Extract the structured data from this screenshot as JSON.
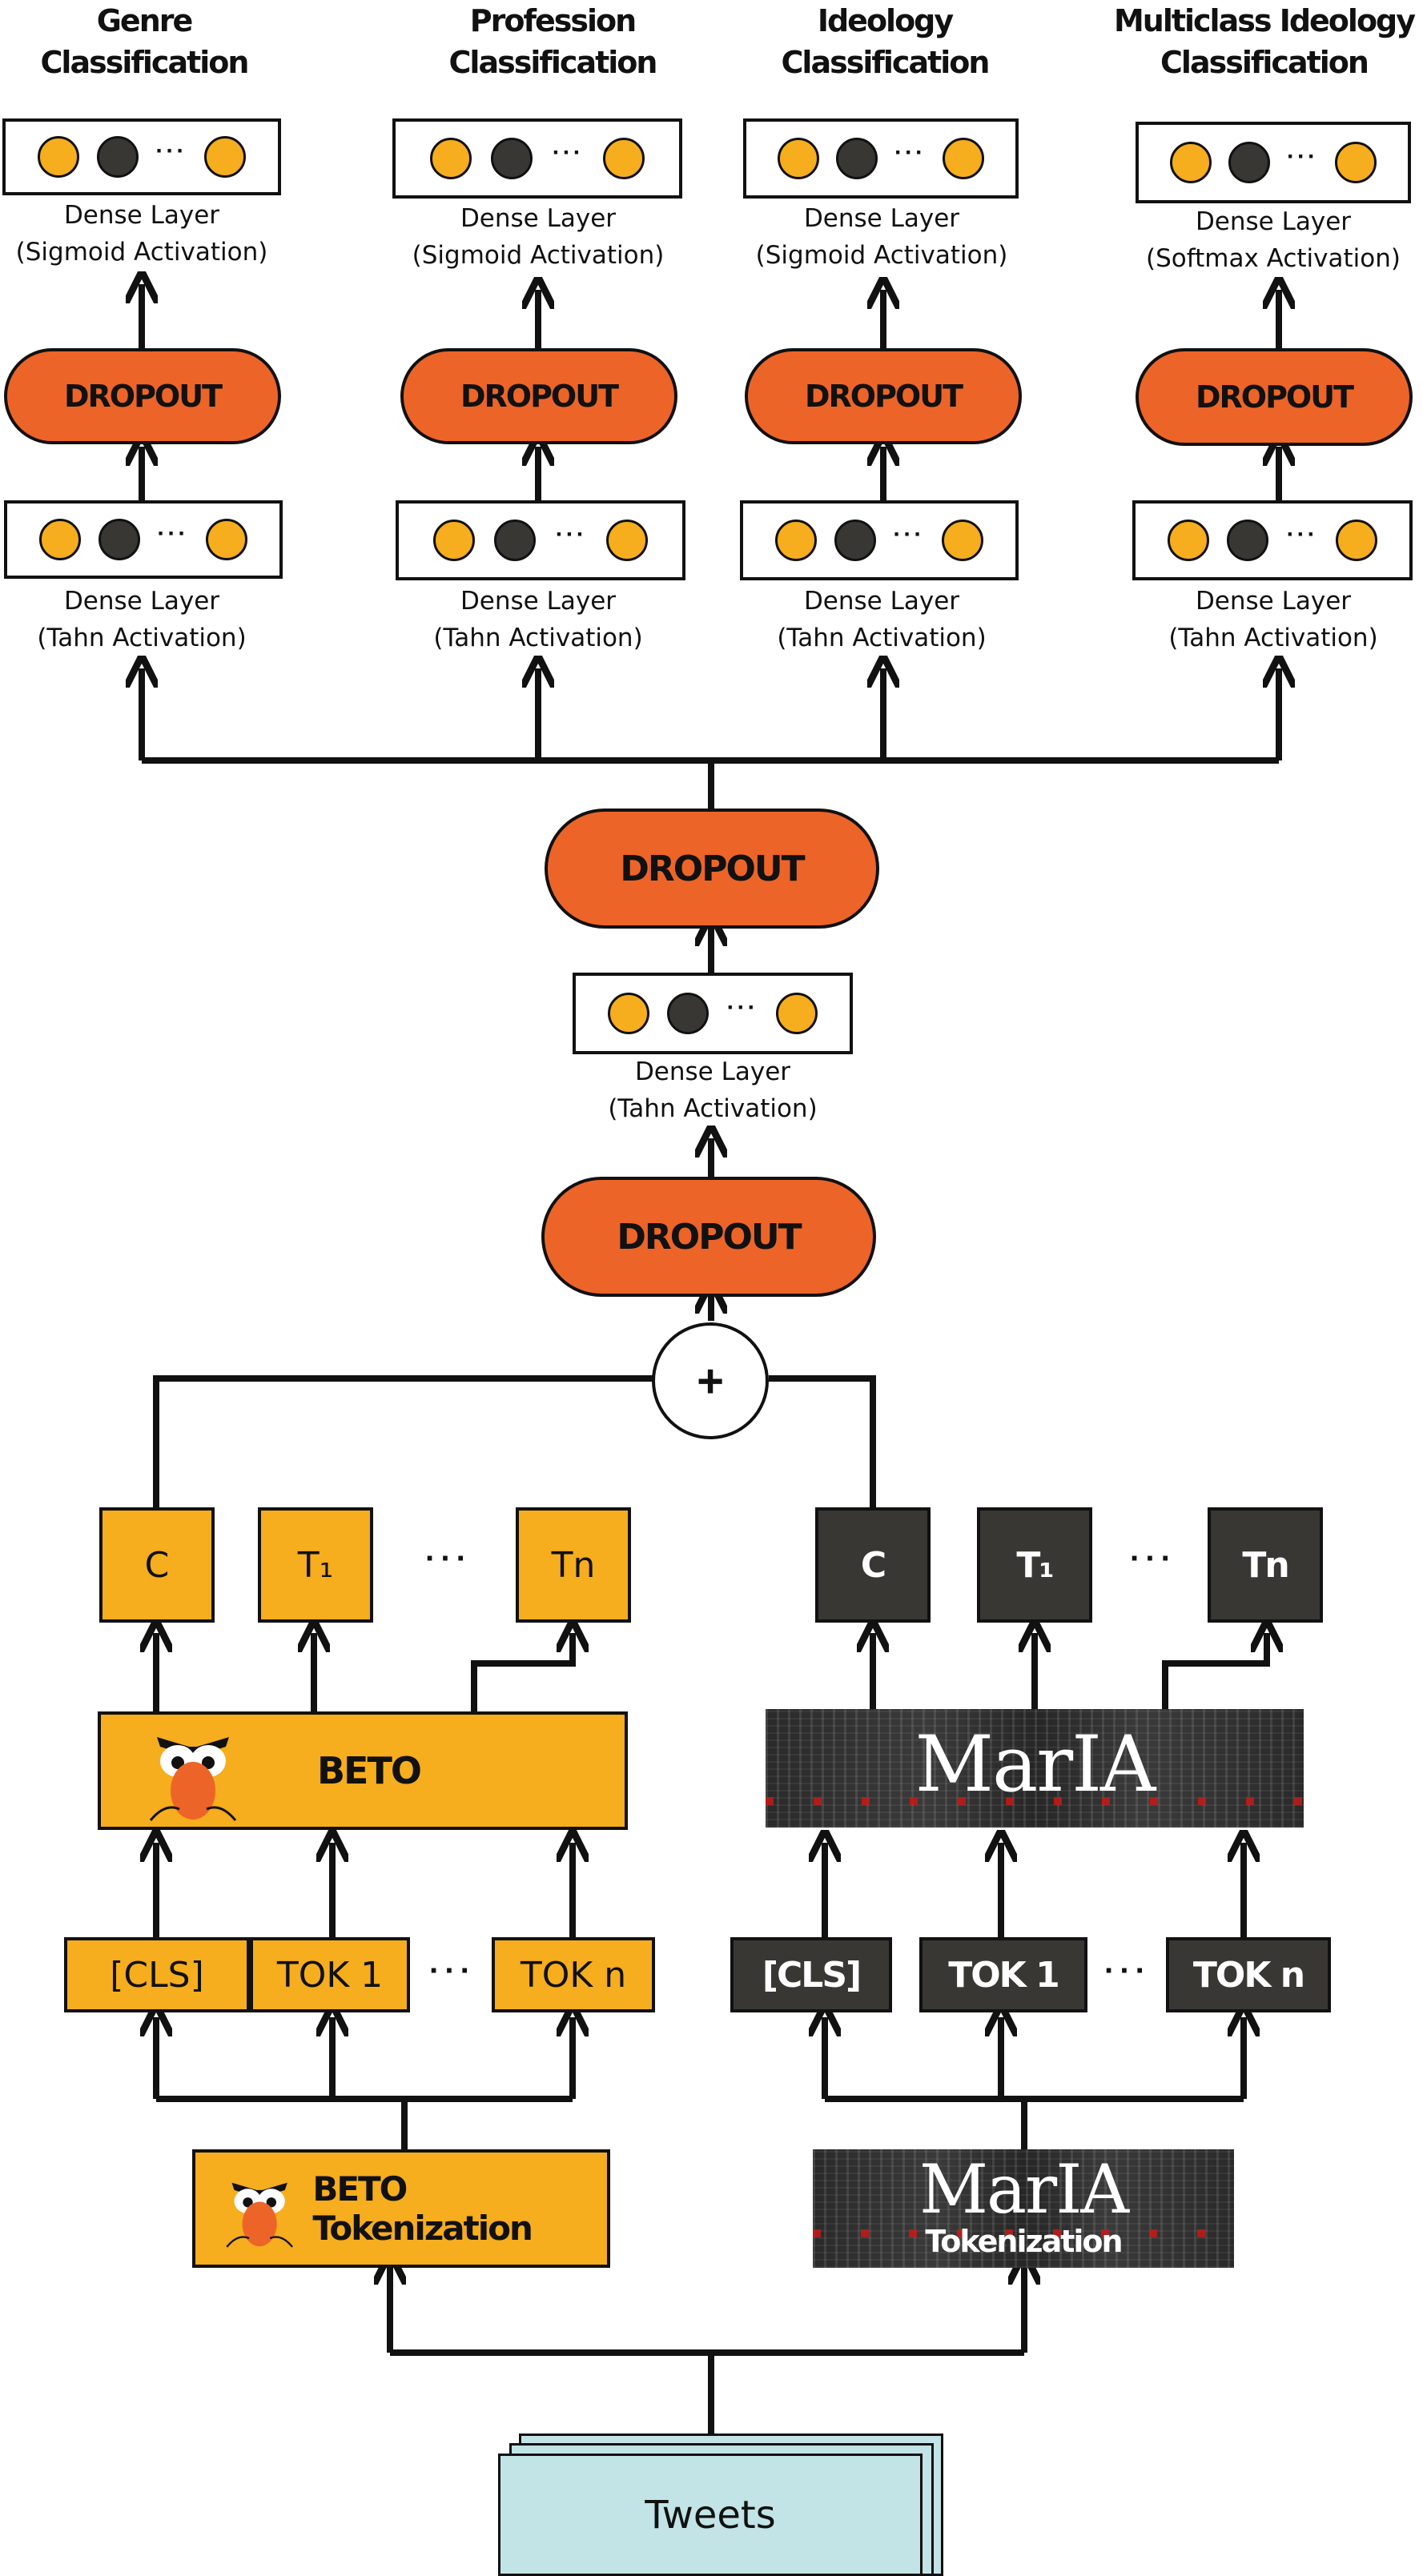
{
  "heads": [
    {
      "title": "Genre\nClassification",
      "out_caption": "Dense Layer\n(Sigmoid Activation)",
      "dropout": "DROPOUT",
      "in_caption": "Dense Layer\n(Tahn Activation)"
    },
    {
      "title": "Profession\nClassification",
      "out_caption": "Dense Layer\n(Sigmoid Activation)",
      "dropout": "DROPOUT",
      "in_caption": "Dense Layer\n(Tahn Activation)"
    },
    {
      "title": "Ideology\nClassification",
      "out_caption": "Dense Layer\n(Sigmoid Activation)",
      "dropout": "DROPOUT",
      "in_caption": "Dense Layer\n(Tahn Activation)"
    },
    {
      "title": "Multiclass Ideology\nClassification",
      "out_caption": "Dense Layer\n(Softmax Activation)",
      "dropout": "DROPOUT",
      "in_caption": "Dense Layer\n(Tahn Activation)"
    }
  ],
  "shared": {
    "dropout_top": "DROPOUT",
    "dense_caption": "Dense Layer\n(Tahn Activation)",
    "dropout_bottom": "DROPOUT",
    "concat_symbol": "+"
  },
  "ellipsis": "···",
  "beto_branch": {
    "outputs": [
      "C",
      "T₁",
      "Tn"
    ],
    "model_label": "BETO",
    "tokens": [
      "[CLS]",
      "TOK 1",
      "TOK n"
    ],
    "tokenizer_label": "BETO Tokenization",
    "color": "#f6ad1e"
  },
  "marla_branch": {
    "outputs": [
      "C",
      "T₁",
      "Tn"
    ],
    "model_label": "MarIA",
    "tokens": [
      "[CLS]",
      "TOK 1",
      "TOK n"
    ],
    "tokenizer_logo": "MarIA",
    "tokenizer_label": "Tokenization",
    "color": "#393734"
  },
  "input_label": "Tweets",
  "colors": {
    "dropout": "#ed6428",
    "neuron_active": "#f6ad1e",
    "neuron_dark": "#393734",
    "tweets": "#c2e4e6"
  }
}
